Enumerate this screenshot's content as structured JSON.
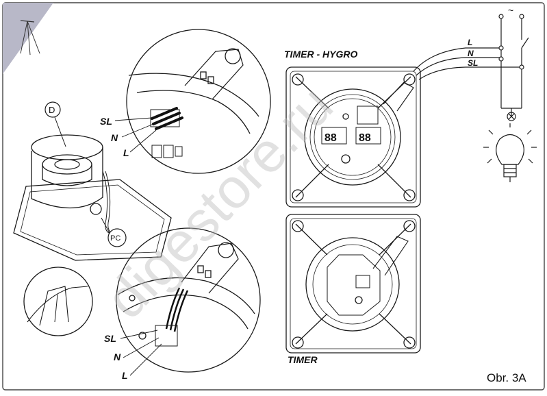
{
  "labels": {
    "d": "D",
    "pc": "PC",
    "top_zoom": {
      "sl": "SL",
      "n": "N",
      "l": "L"
    },
    "bottom_zoom": {
      "sl": "SL",
      "n": "N",
      "l": "L"
    },
    "circuit": {
      "l": "L",
      "n": "N",
      "sl": "SL",
      "ac": "~"
    }
  },
  "headings": {
    "timer_hygro": "TIMER - HYGRO",
    "timer": "TIMER"
  },
  "figure_label": "Obr. 3A",
  "watermark": "digestore.ru",
  "colors": {
    "line": "#1a1a1a",
    "frame": "#444444",
    "corner": "#9a9ab0"
  }
}
